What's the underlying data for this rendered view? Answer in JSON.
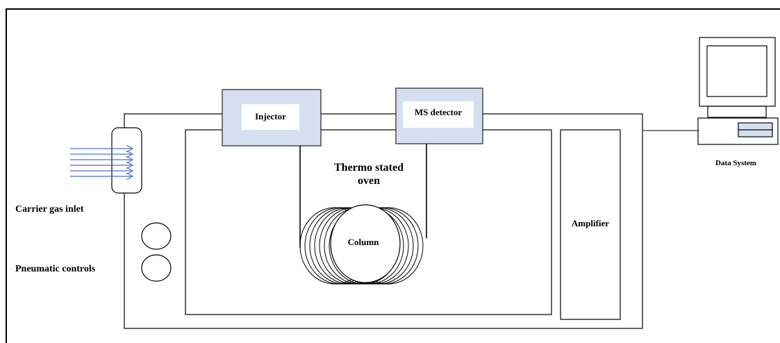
{
  "labels": {
    "injector": "Injector",
    "ms_detector": "MS detector",
    "oven_line1": "Thermo stated",
    "oven_line2": "oven",
    "column": "Column",
    "amplifier": "Amplifier",
    "carrier_gas_inlet": "Carrier gas inlet",
    "pneumatic_controls": "Pneumatic controls",
    "data_system": "Data System"
  },
  "colors": {
    "module_fill": "#d6dff0",
    "module_stroke": "#222222",
    "gas_arrows": "#4a6fcf",
    "line": "#000000"
  },
  "icons": {
    "computer": "computer-icon",
    "gas_flow": "arrow-right-icon"
  }
}
